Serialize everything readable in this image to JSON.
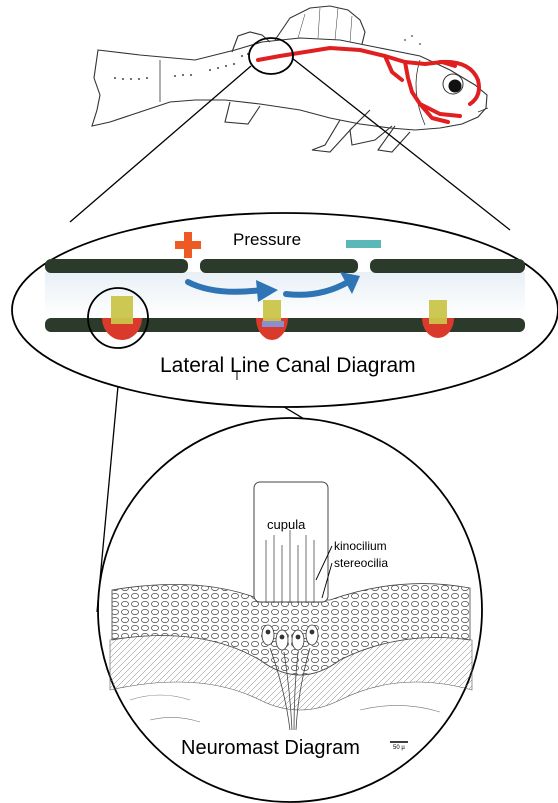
{
  "figure": {
    "pressure_label": "Pressure",
    "canal_title": "Lateral Line Canal Diagram",
    "neuromast_title": "Neuromast Diagram",
    "cupula_label": "cupula",
    "kinocilium_label": "kinocilium",
    "stereocilia_label": "stereocilia",
    "scale_label": "50 µ",
    "plus_sign": "plus",
    "minus_sign": "minus",
    "colors": {
      "plus": "#ee5a24",
      "minus": "#5bb8b8",
      "canal_wall": "#2c3a2c",
      "flow_arrow": "#2f74b5",
      "cupula": "#c9c54a",
      "neuromast": "#d93a2b",
      "lateral_line": "#e02020"
    }
  }
}
